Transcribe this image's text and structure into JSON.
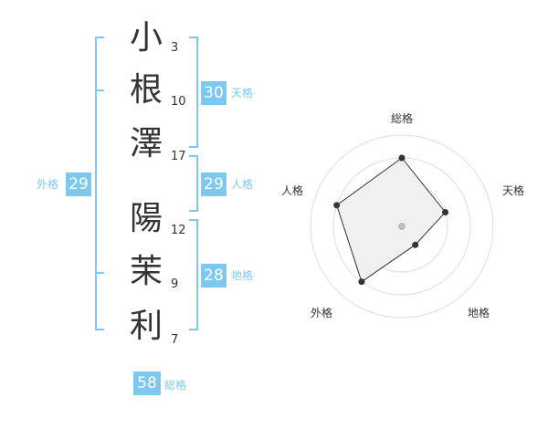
{
  "name": {
    "characters": [
      {
        "char": "小",
        "strokes": "3"
      },
      {
        "char": "根",
        "strokes": "10"
      },
      {
        "char": "澤",
        "strokes": "17"
      },
      {
        "char": "陽",
        "strokes": "12"
      },
      {
        "char": "茉",
        "strokes": "9"
      },
      {
        "char": "利",
        "strokes": "7"
      }
    ]
  },
  "fortune": {
    "tenkaku": {
      "label": "天格",
      "value": "30"
    },
    "jinkaku": {
      "label": "人格",
      "value": "29"
    },
    "chikaku": {
      "label": "地格",
      "value": "28"
    },
    "gaikaku": {
      "label": "外格",
      "value": "29"
    },
    "soukaku": {
      "label": "総格",
      "value": "58"
    }
  },
  "radar": {
    "axes": [
      "総格",
      "天格",
      "地格",
      "外格",
      "人格"
    ],
    "levels": [
      3,
      2,
      1,
      3,
      3
    ],
    "max": 4,
    "colors": {
      "ring": "#dddddd",
      "fill": "#f0f0f0",
      "line": "#333333",
      "center": "#bbbbbb"
    }
  },
  "theme": {
    "accent": "#7ec8f0"
  }
}
